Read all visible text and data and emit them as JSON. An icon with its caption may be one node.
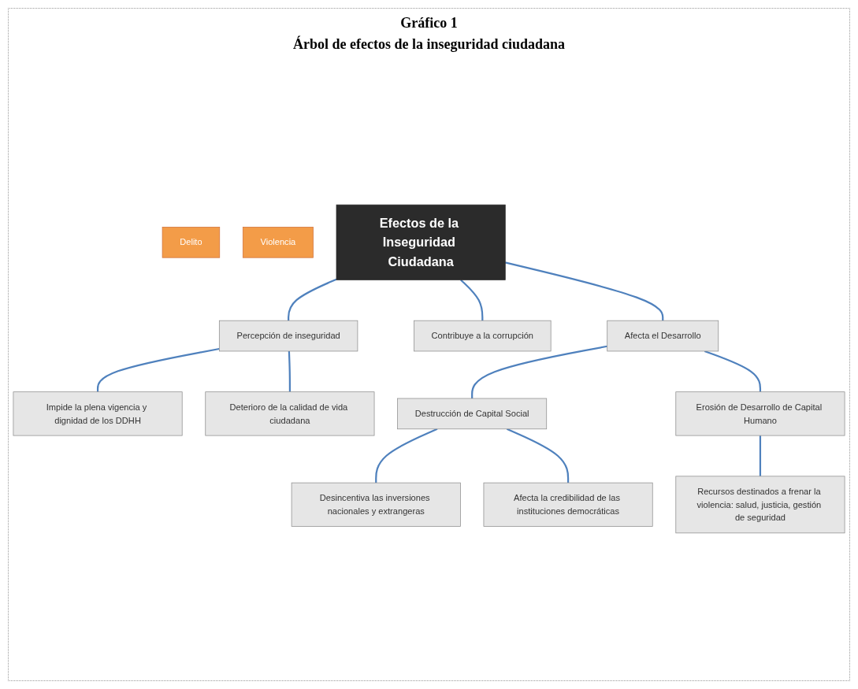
{
  "diagram": {
    "title": "Gráfico 1",
    "nodes": [
      {
        "text": [
          "Delito"
        ]
      },
      {
        "text": [
          "Violencia"
        ]
      },
      {
        "text": [
          "Efectos de la Inseguridad Ciudadana"
        ]
      },
      {
        "text": [
          "Percepción de inseguridad"
        ]
      },
      {
        "text": [
          "Contribuye  a la corrupción"
        ]
      },
      {
        "text": [
          "Afecta el Desarrollo"
        ]
      },
      {
        "text": [
          "Impide la plena vigencia y dignidad de los DDHH"
        ]
      },
      {
        "text": [
          "Deterioro de la calidad de vida ciudadana"
        ]
      },
      {
        "text": [
          "Destrucción de Capital Social"
        ]
      },
      {
        "text": [
          "Erosión de Desarrollo de Capital Humano"
        ]
      },
      {
        "text": [
          "Desincentiva las inversiones nacionales y extrangeras"
        ]
      },
      {
        "text": [
          "Afecta la credibilidad de las instituciones democráticas"
        ]
      },
      {
        "text": [
          "Recursos destinados a frenar la violencia: salud, justicia, gestión de seguridad"
        ]
      }
    ],
    "edges": [
      {
        "from": 2,
        "to": 3,
        "arrow": "none"
      },
      {
        "from": 2,
        "to": 4,
        "arrow": "none"
      },
      {
        "from": 2,
        "to": 5,
        "arrow": "none"
      },
      {
        "from": 3,
        "to": 6,
        "arrow": "none"
      },
      {
        "from": 3,
        "to": 7,
        "arrow": "none"
      },
      {
        "from": 5,
        "to": 8,
        "arrow": "none"
      },
      {
        "from": 5,
        "to": 9,
        "arrow": "none"
      },
      {
        "from": 8,
        "to": 10,
        "arrow": "none"
      },
      {
        "from": 8,
        "to": 11,
        "arrow": "none"
      },
      {
        "from": 9,
        "to": 12,
        "arrow": "none"
      }
    ],
    "labels": [
      "Árbol de efectos de la inseguridad ciudadana"
    ]
  }
}
